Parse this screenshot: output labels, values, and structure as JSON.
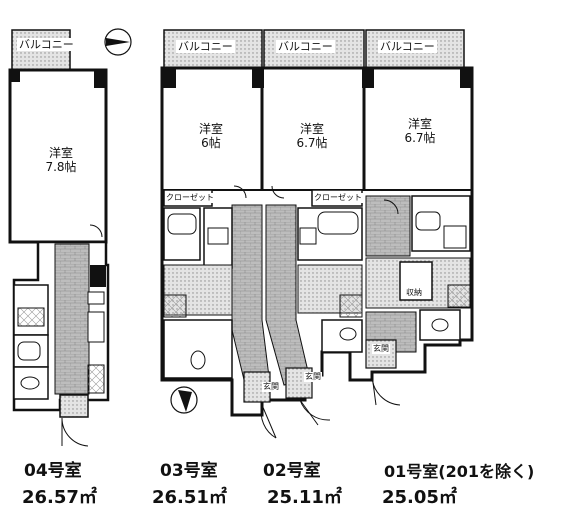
{
  "balcony": "バルコニー",
  "rooms": {
    "u04": {
      "name": "洋室",
      "size": "7.8帖"
    },
    "u03": {
      "name": "洋室",
      "size": "6帖"
    },
    "u02": {
      "name": "洋室",
      "size": "6.7帖"
    },
    "u01": {
      "name": "洋室",
      "size": "6.7帖"
    }
  },
  "closet": "クローゼット",
  "storage": "収納",
  "entrance": "玄関",
  "units": [
    {
      "number": "04号室",
      "area": "26.57㎡"
    },
    {
      "number": "03号室",
      "area": "26.51㎡"
    },
    {
      "number": "02号室",
      "area": "25.11㎡"
    },
    {
      "number": "01号室(201を除く)",
      "area": "25.05㎡"
    }
  ]
}
